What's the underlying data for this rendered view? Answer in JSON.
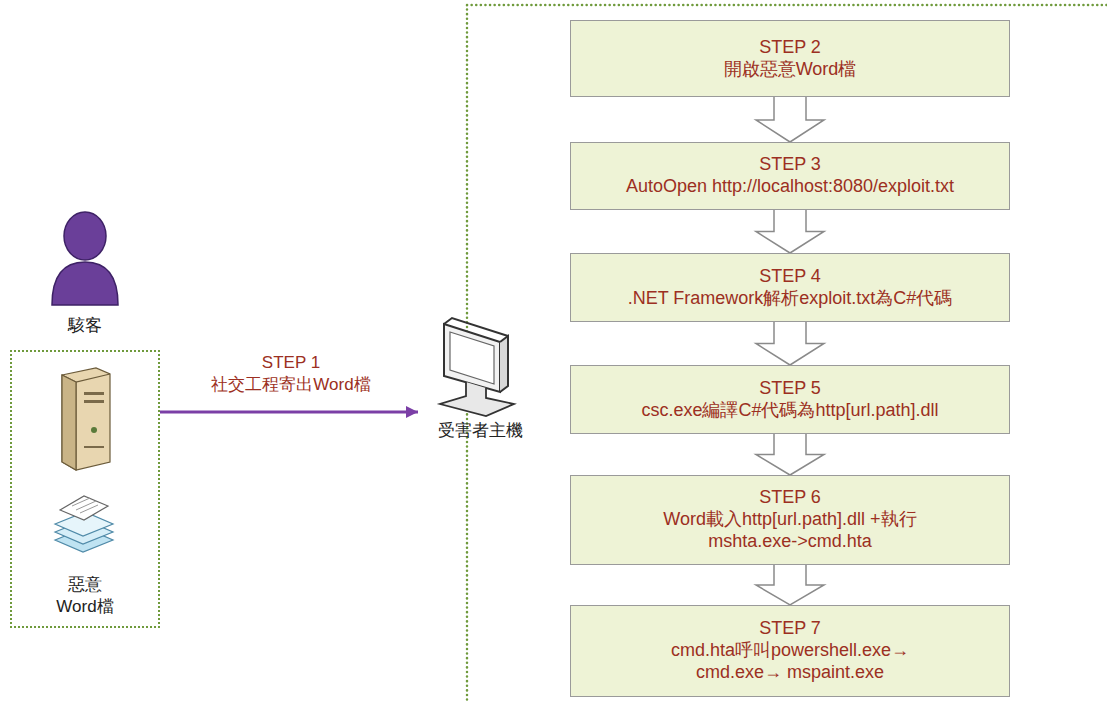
{
  "diagram": {
    "nodes": [
      {
        "text": [
          "惡意 Word檔"
        ]
      },
      {
        "text": [
          "受害者主機"
        ]
      },
      {
        "text": [
          "STEP 2",
          "開啟惡意Word檔"
        ]
      },
      {
        "text": [
          "STEP 3",
          "AutoOpen http://localhost:8080/exploit.txt"
        ]
      },
      {
        "text": [
          "STEP 4",
          ".NET Framework解析exploit.txt為C#代碼"
        ]
      },
      {
        "text": [
          "STEP 5",
          "csc.exe編譯C#代碼為http[url.path].dll"
        ]
      },
      {
        "text": [
          "STEP 6",
          "Word載入http[url.path].dll +執行 mshta.exe->cmd.hta"
        ]
      },
      {
        "text": [
          "STEP 7",
          "cmd.hta呼叫powershell.exe→ cmd.exe→ mspaint.exe"
        ]
      }
    ],
    "edges": [
      {
        "from": 0,
        "to": 1,
        "arrow": "to",
        "label": "STEP 1 社交工程寄出Word檔"
      },
      {
        "from": 2,
        "to": 3,
        "arrow": "to"
      },
      {
        "from": 3,
        "to": 4,
        "arrow": "to"
      },
      {
        "from": 4,
        "to": 5,
        "arrow": "to"
      },
      {
        "from": 5,
        "to": 6,
        "arrow": "to"
      },
      {
        "from": 6,
        "to": 7,
        "arrow": "to"
      }
    ],
    "labels": [
      "駭客"
    ]
  }
}
